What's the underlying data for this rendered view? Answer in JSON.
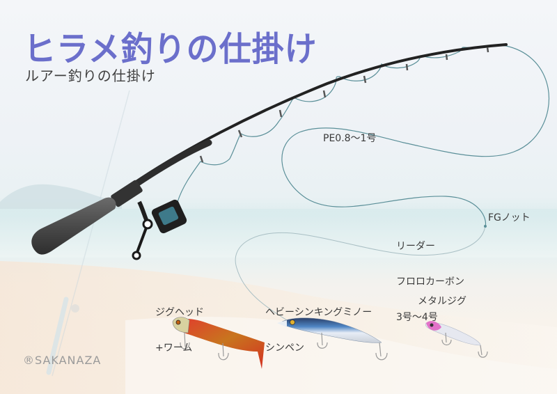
{
  "header": {
    "title": "ヒラメ釣りの仕掛け",
    "subtitle": "ルアー釣りの仕掛け"
  },
  "line_labels": {
    "main_line": "PE0.8〜1号",
    "knot": "FGノット",
    "leader_line1": "リーダー",
    "leader_line2": "フロロカーボン",
    "leader_line3": "3号〜4号"
  },
  "lures": [
    {
      "line1": "ジグヘッド",
      "line2": "+ワーム",
      "icon": "jighead-worm-lure"
    },
    {
      "line1": "ヘビーシンキングミノー",
      "line2": "シンペン",
      "icon": "sinking-minnow-lure"
    },
    {
      "line1": "メタルジグ",
      "line2": "",
      "icon": "metal-jig-lure"
    }
  ],
  "footer": {
    "copyright": "®SAKANAZA"
  },
  "colors": {
    "title": "#6b6fcb",
    "line": "#5a8f98",
    "rod": "#2b2b2b"
  }
}
